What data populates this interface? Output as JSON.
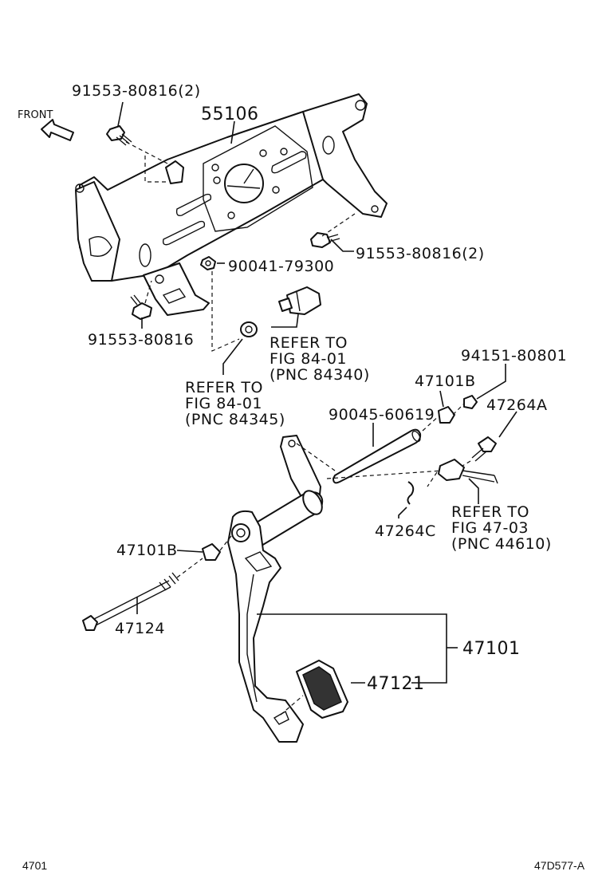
{
  "diagram": {
    "direction_label": "FRONT",
    "labels": {
      "bolt_top": "91553-80816(2)",
      "bracket": "55106",
      "bolt_right": "91553-80816(2)",
      "nut": "90041-79300",
      "bolt_bottom": "91553-80816",
      "refer_84340": [
        "REFER TO",
        "FIG 84-01",
        "(PNC 84340)"
      ],
      "refer_84345": [
        "REFER TO",
        "FIG 84-01",
        "(PNC 84345)"
      ],
      "nut_94151": "94151-80801",
      "bushing_upper": "47101B",
      "pin": "47264A",
      "shaft": "90045-60619",
      "clip": "47264C",
      "refer_44610": [
        "REFER TO",
        "FIG 47-03",
        "(PNC 44610)"
      ],
      "bushing_lower": "47101B",
      "bolt_long": "47124",
      "pedal_assy": "47101",
      "pedal_pad": "47121"
    }
  },
  "footer": {
    "left_code": "4701",
    "right_code": "47D577-A"
  }
}
